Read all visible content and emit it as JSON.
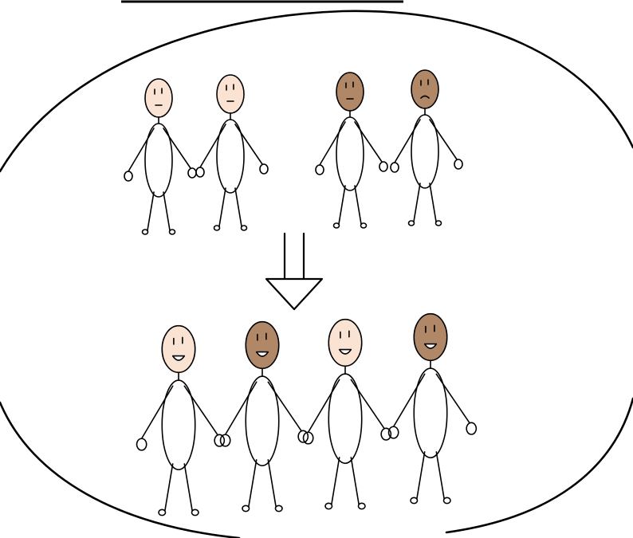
{
  "colors": {
    "background": "#ffffff",
    "outline": "#000000",
    "skin_light": "#fbe3d4",
    "skin_dark": "#b08868"
  },
  "groups": {
    "before": {
      "mood": "neutral-sad",
      "people": [
        {
          "skin": "light",
          "expression": "neutral"
        },
        {
          "skin": "light",
          "expression": "neutral"
        },
        {
          "skin": "dark",
          "expression": "neutral"
        },
        {
          "skin": "dark",
          "expression": "frown"
        }
      ]
    },
    "after": {
      "mood": "happy",
      "holding_hands": true,
      "people": [
        {
          "skin": "light",
          "expression": "smile"
        },
        {
          "skin": "dark",
          "expression": "smile"
        },
        {
          "skin": "light",
          "expression": "smile"
        },
        {
          "skin": "dark",
          "expression": "smile"
        }
      ]
    }
  },
  "transition": {
    "icon": "down-arrow-icon",
    "meaning": "becomes"
  },
  "enclosure": {
    "shape": "ellipse"
  }
}
